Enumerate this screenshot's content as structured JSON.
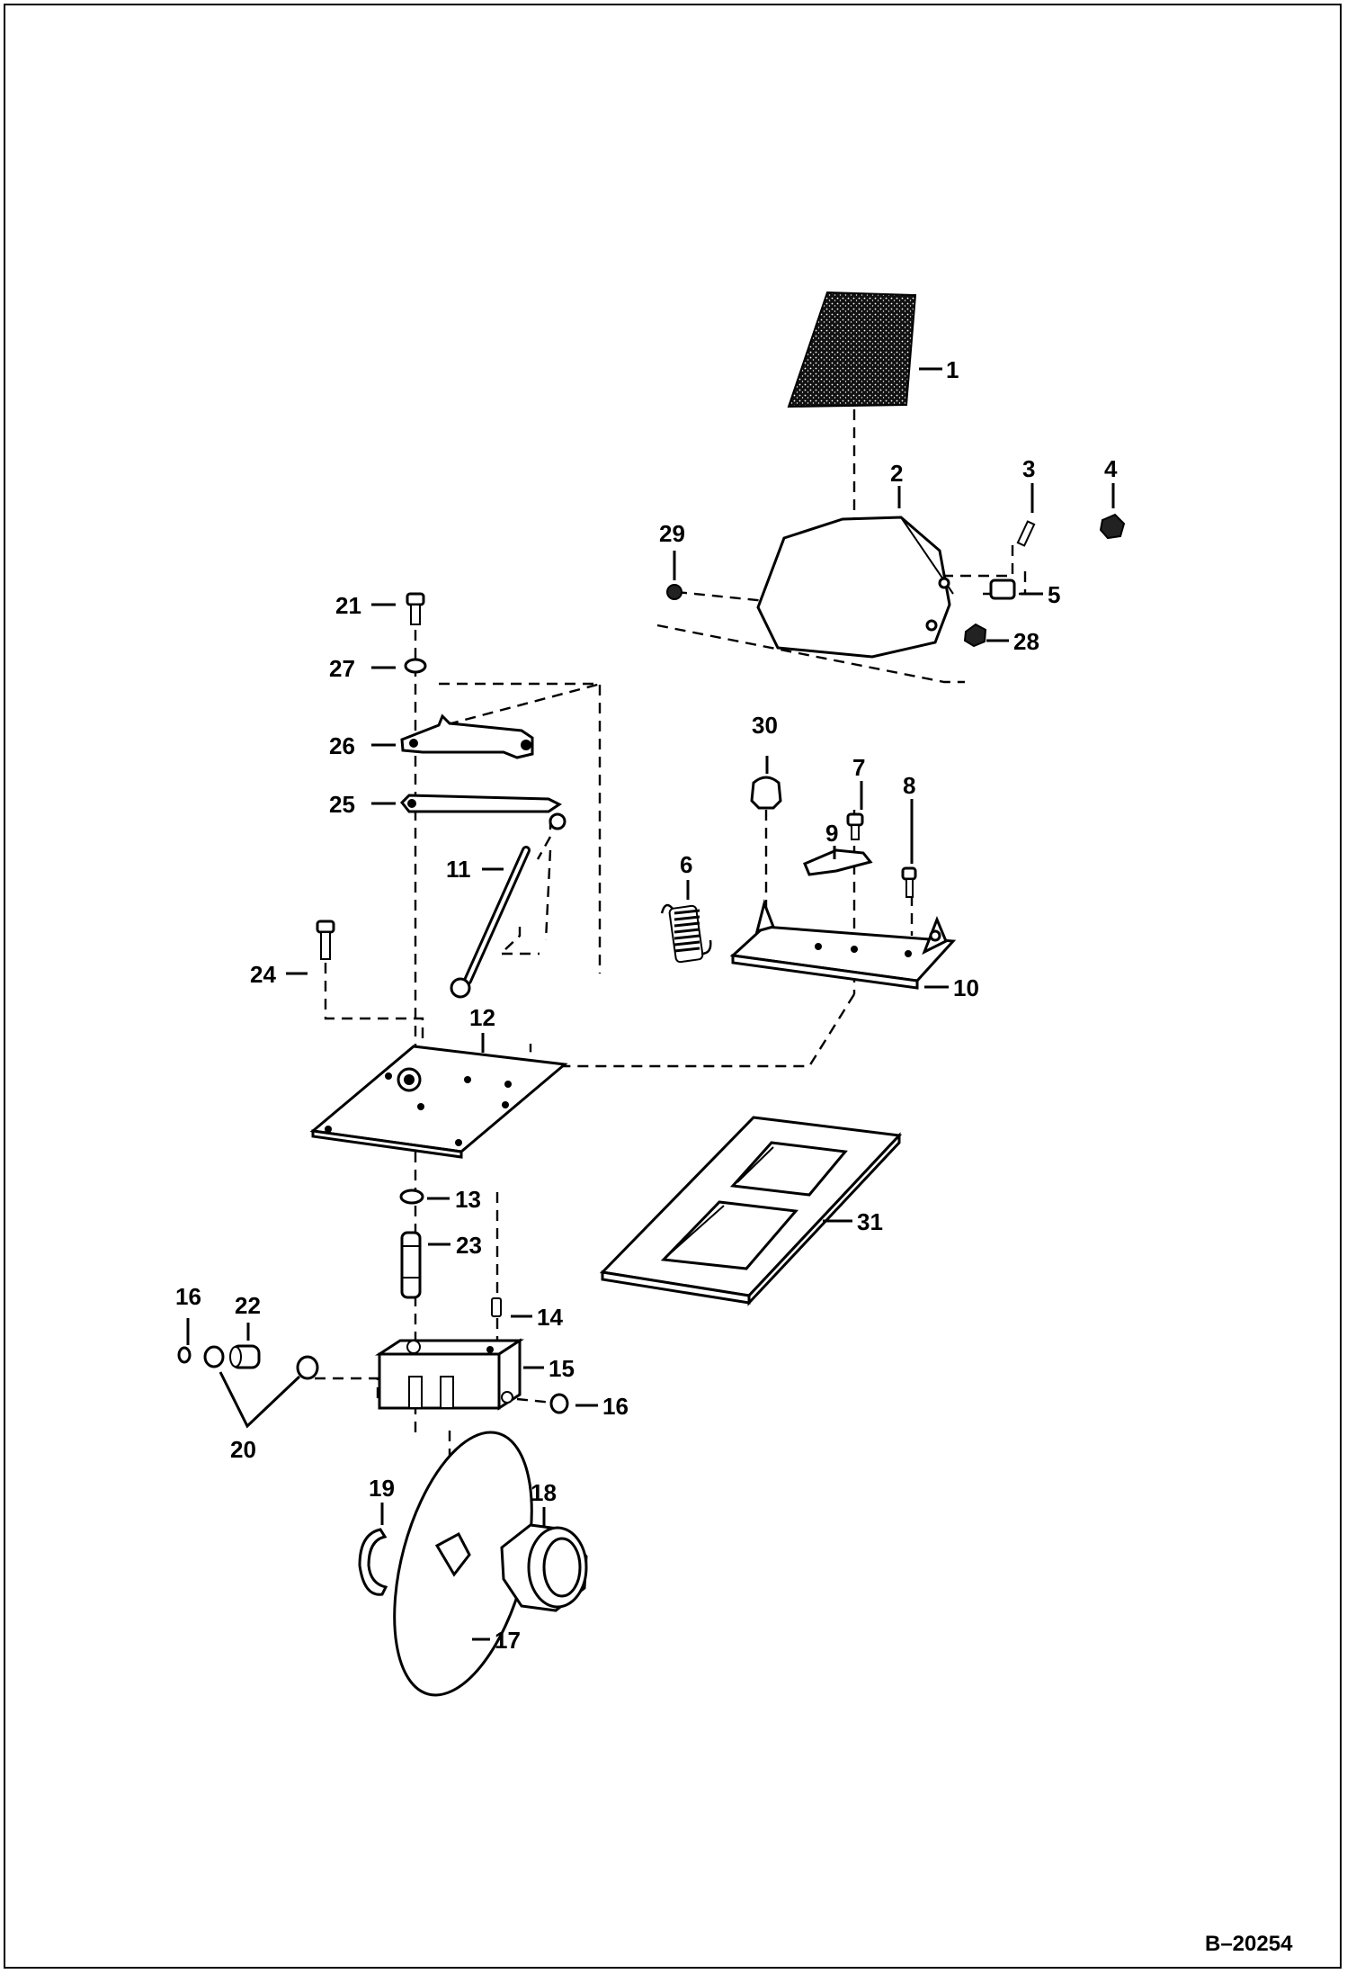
{
  "diagram": {
    "reference_code": "B–20254",
    "callouts": [
      {
        "id": "c1",
        "label": "1"
      },
      {
        "id": "c2",
        "label": "2"
      },
      {
        "id": "c3",
        "label": "3"
      },
      {
        "id": "c4",
        "label": "4"
      },
      {
        "id": "c5",
        "label": "5"
      },
      {
        "id": "c6",
        "label": "6"
      },
      {
        "id": "c7",
        "label": "7"
      },
      {
        "id": "c8",
        "label": "8"
      },
      {
        "id": "c9",
        "label": "9"
      },
      {
        "id": "c10",
        "label": "10"
      },
      {
        "id": "c11",
        "label": "11"
      },
      {
        "id": "c12",
        "label": "12"
      },
      {
        "id": "c13",
        "label": "13"
      },
      {
        "id": "c14",
        "label": "14"
      },
      {
        "id": "c15",
        "label": "15"
      },
      {
        "id": "c16a",
        "label": "16"
      },
      {
        "id": "c16b",
        "label": "16"
      },
      {
        "id": "c17",
        "label": "17"
      },
      {
        "id": "c18",
        "label": "18"
      },
      {
        "id": "c19",
        "label": "19"
      },
      {
        "id": "c20",
        "label": "20"
      },
      {
        "id": "c21",
        "label": "21"
      },
      {
        "id": "c22",
        "label": "22"
      },
      {
        "id": "c23",
        "label": "23"
      },
      {
        "id": "c24",
        "label": "24"
      },
      {
        "id": "c25",
        "label": "25"
      },
      {
        "id": "c26",
        "label": "26"
      },
      {
        "id": "c27",
        "label": "27"
      },
      {
        "id": "c28",
        "label": "28"
      },
      {
        "id": "c29",
        "label": "29"
      },
      {
        "id": "c30",
        "label": "30"
      },
      {
        "id": "c31",
        "label": "31"
      }
    ]
  }
}
